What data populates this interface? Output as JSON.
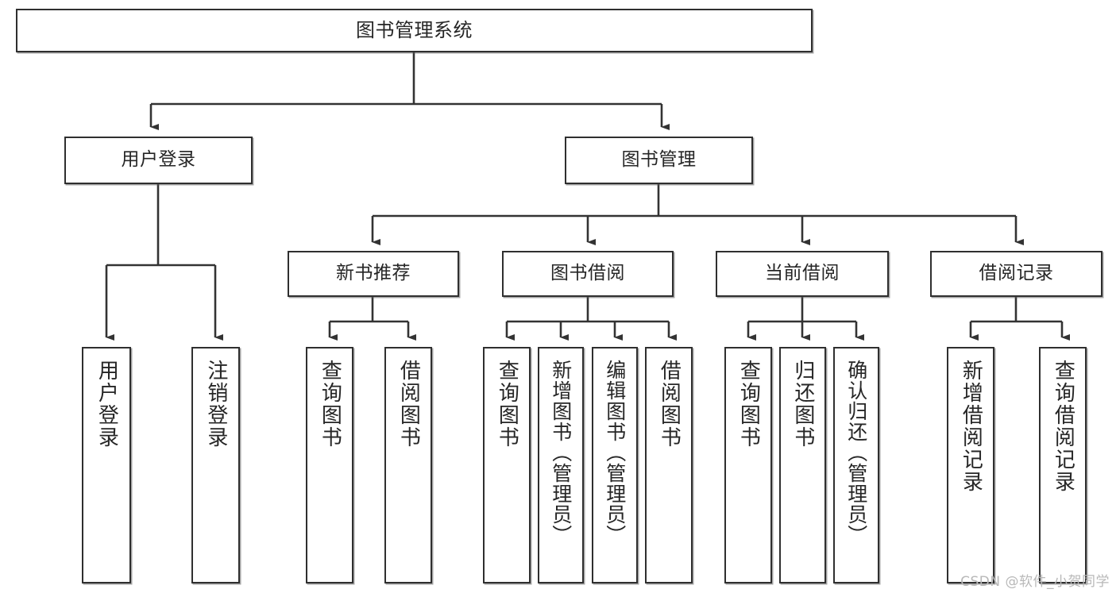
{
  "diagram": {
    "type": "tree",
    "title": "图书管理系统",
    "watermark": "CSDN @软件_小贺同学",
    "colors": {
      "box_border": "#2f2f2f",
      "box_fill": "#ffffff",
      "connector": "#333333",
      "text": "#262626",
      "watermark": "#b8b8b8"
    },
    "nodes": {
      "root": {
        "label": "图书管理系统"
      },
      "level2": [
        {
          "label": "用户登录"
        },
        {
          "label": "图书管理"
        }
      ],
      "level3": [
        {
          "label": "新书推荐"
        },
        {
          "label": "图书借阅"
        },
        {
          "label": "当前借阅"
        },
        {
          "label": "借阅记录"
        }
      ],
      "leaves": {
        "user_login": [
          {
            "label": "用户登录"
          },
          {
            "label": "注销登录"
          }
        ],
        "new_book_recommend": [
          {
            "label": "查询图书"
          },
          {
            "label": "借阅图书"
          }
        ],
        "book_borrow": [
          {
            "label": "查询图书"
          },
          {
            "label": "新增图书（管理员）"
          },
          {
            "label": "编辑图书（管理员）"
          },
          {
            "label": "借阅图书"
          }
        ],
        "current_borrow": [
          {
            "label": "查询图书"
          },
          {
            "label": "归还图书"
          },
          {
            "label": "确认归还（管理员）"
          }
        ],
        "borrow_record": [
          {
            "label": "新增借阅记录"
          },
          {
            "label": "查询借阅记录"
          }
        ]
      }
    },
    "edges": [
      {
        "from": "图书管理系统",
        "to": "用户登录"
      },
      {
        "from": "图书管理系统",
        "to": "图书管理"
      },
      {
        "from": "用户登录",
        "to": "用户登录"
      },
      {
        "from": "用户登录",
        "to": "注销登录"
      },
      {
        "from": "图书管理",
        "to": "新书推荐"
      },
      {
        "from": "图书管理",
        "to": "图书借阅"
      },
      {
        "from": "图书管理",
        "to": "当前借阅"
      },
      {
        "from": "图书管理",
        "to": "借阅记录"
      },
      {
        "from": "新书推荐",
        "to": "查询图书"
      },
      {
        "from": "新书推荐",
        "to": "借阅图书"
      },
      {
        "from": "图书借阅",
        "to": "查询图书"
      },
      {
        "from": "图书借阅",
        "to": "新增图书（管理员）"
      },
      {
        "from": "图书借阅",
        "to": "编辑图书（管理员）"
      },
      {
        "from": "图书借阅",
        "to": "借阅图书"
      },
      {
        "from": "当前借阅",
        "to": "查询图书"
      },
      {
        "from": "当前借阅",
        "to": "归还图书"
      },
      {
        "from": "当前借阅",
        "to": "确认归还（管理员）"
      },
      {
        "from": "借阅记录",
        "to": "新增借阅记录"
      },
      {
        "from": "借阅记录",
        "to": "查询借阅记录"
      }
    ]
  }
}
